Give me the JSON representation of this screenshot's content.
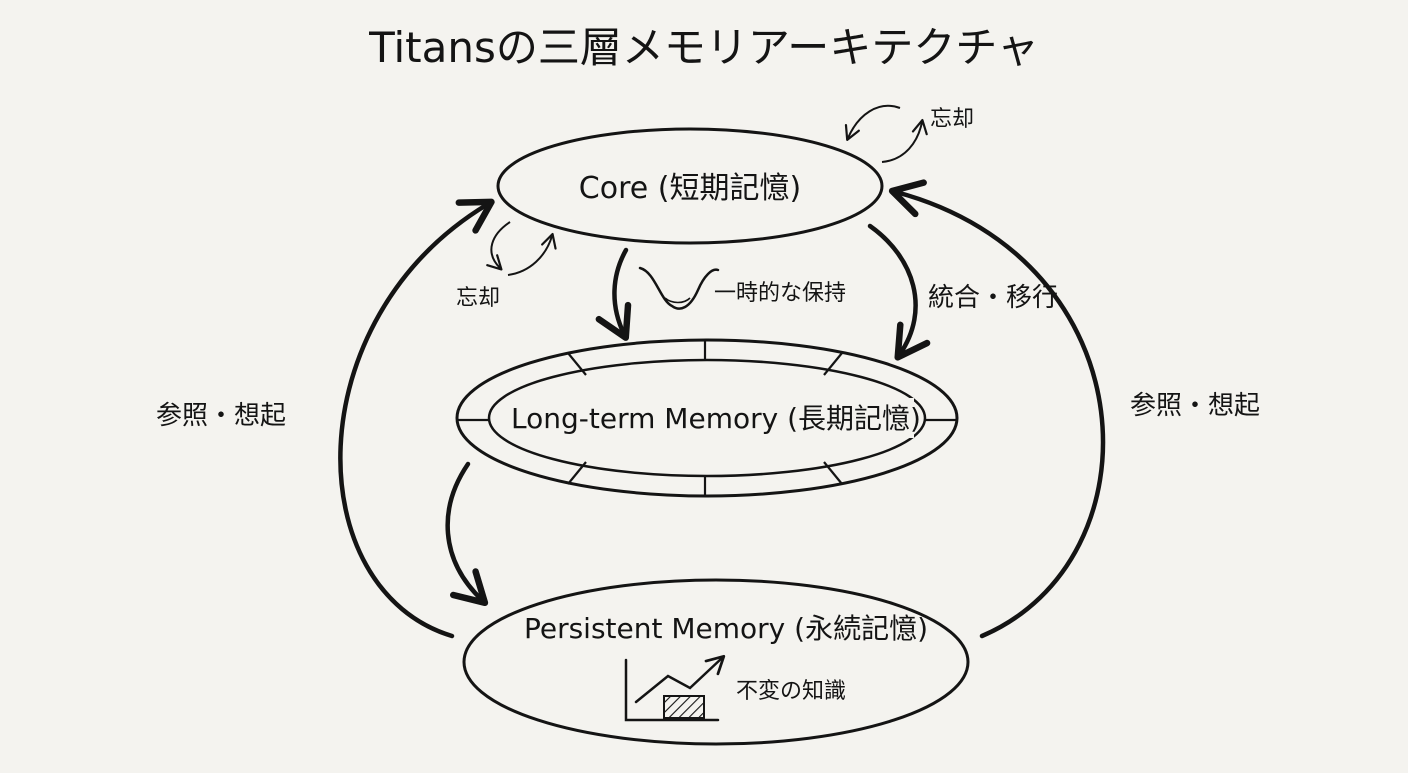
{
  "title": "Titansの三層メモリアーキテクチャ",
  "nodes": {
    "core": "Core (短期記憶)",
    "long_term": "Long-term Memory (長期記憶)",
    "persistent": "Persistent Memory (永続記憶)"
  },
  "labels": {
    "forget_top": "忘却",
    "forget_left": "忘却",
    "temporary_hold": "一時的な保持",
    "integrate_transfer": "統合・移行",
    "recall_left": "参照・想起",
    "recall_right": "参照・想起",
    "invariant_knowledge": "不変の知識"
  },
  "colors": {
    "ink": "#141414",
    "paper": "#f4f3ef"
  }
}
